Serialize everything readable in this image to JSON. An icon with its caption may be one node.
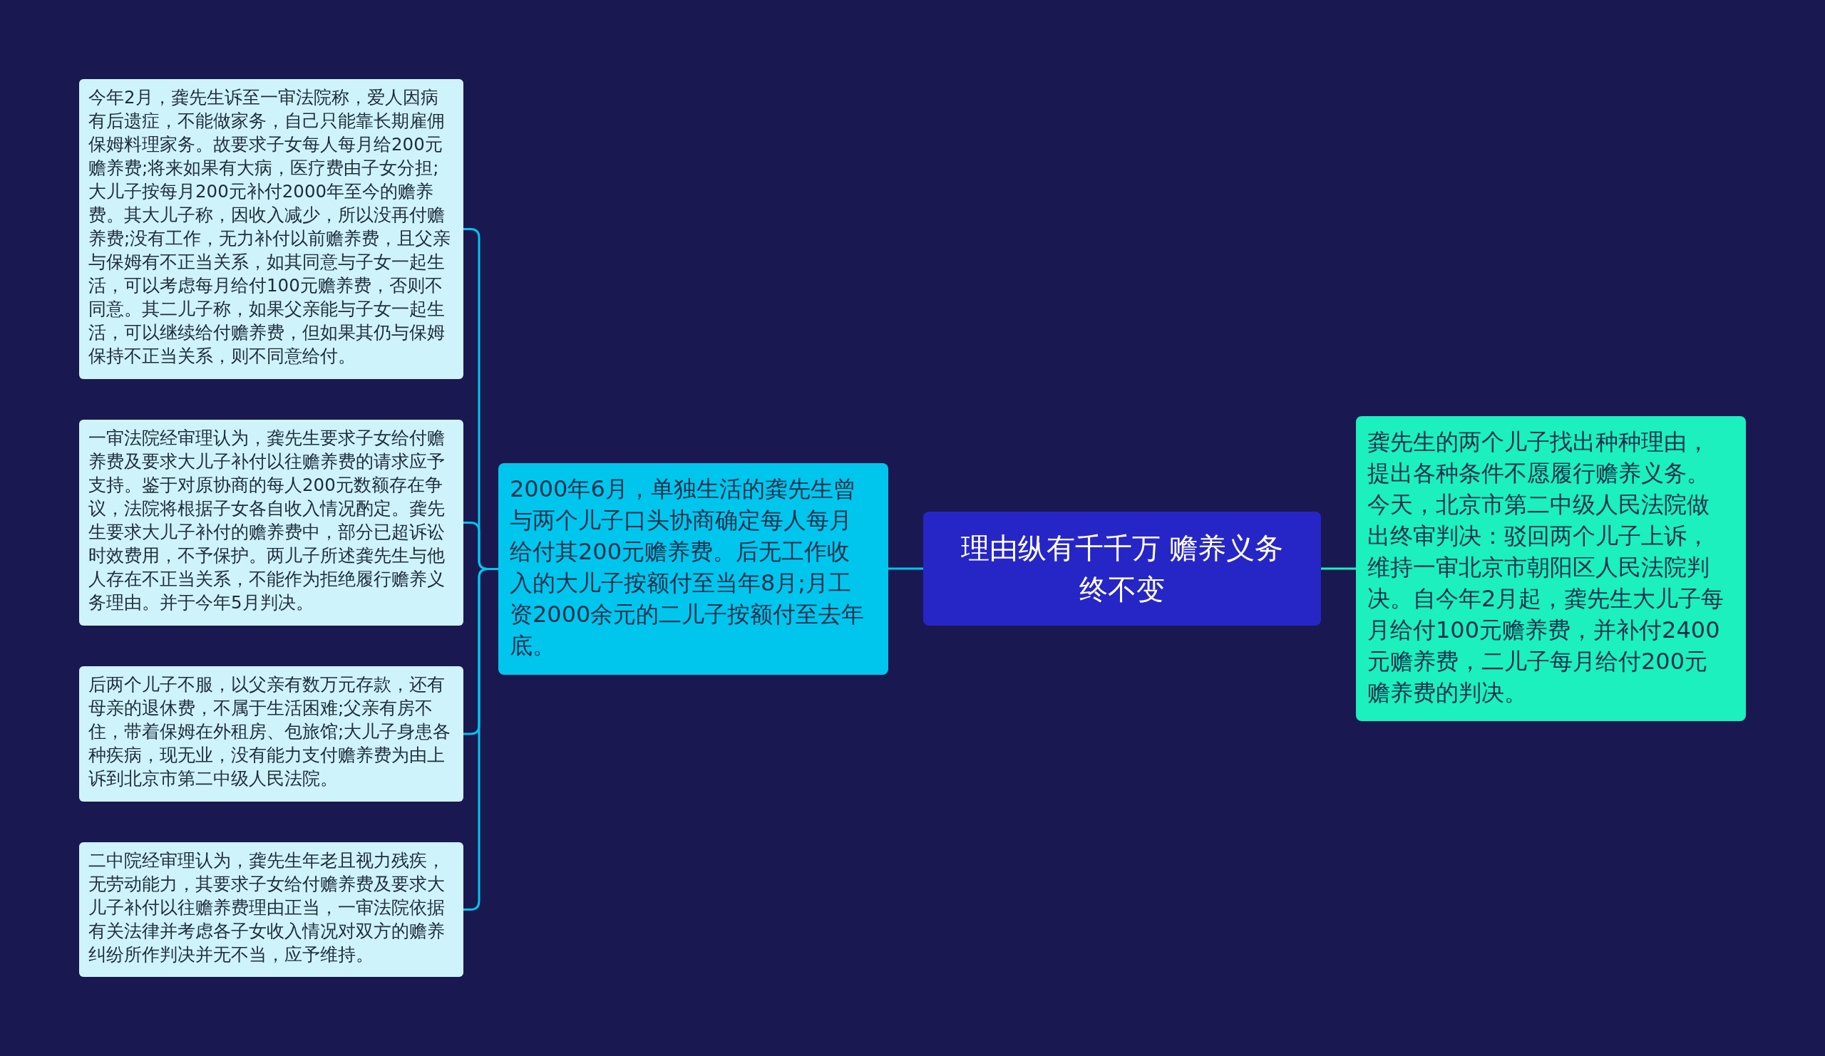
{
  "diagram": {
    "nodes": [
      {
        "text": [
          "理由纵有千千万 赡养义务终不变"
        ]
      },
      {
        "text": [
          "2000年6月，单独生活的龚先生曾与两个儿子口头协商确定每人每月给付其200元赡养费。后无工作收入的大儿子按额付至当年8月;月工资2000余元的二儿子按额付至去年底。"
        ]
      },
      {
        "text": [
          "今年2月，龚先生诉至一审法院称，爱人因病有后遗症，不能做家务，自己只能靠长期雇佣保姆料理家务。故要求子女每人每月给200元赡养费;将来如果有大病，医疗费由子女分担;大儿子按每月200元补付2000年至今的赡养费。其大儿子称，因收入减少，所以没再付赡养费;没有工作，无力补付以前赡养费，且父亲与保姆有不正当关系，如其同意与子女一起生活，可以考虑每月给付100元赡养费，否则不同意。其二儿子称，如果父亲能与子女一起生活，可以继续给付赡养费，但如果其仍与保姆保持不正当关系，则不同意给付。"
        ]
      },
      {
        "text": [
          "一审法院经审理认为，龚先生要求子女给付赡养费及要求大儿子补付以往赡养费的请求应予支持。鉴于对原协商的每人200元数额存在争议，法院将根据子女各自收入情况酌定。龚先生要求大儿子补付的赡养费中，部分已超诉讼时效费用，不予保护。两儿子所述龚先生与他人存在不正当关系，不能作为拒绝履行赡养义务理由。并于今年5月判决。"
        ]
      },
      {
        "text": [
          "后两个儿子不服，以父亲有数万元存款，还有母亲的退休费，不属于生活困难;父亲有房不住，带着保姆在外租房、包旅馆;大儿子身患各种疾病，现无业，没有能力支付赡养费为由上诉到北京市第二中级人民法院。"
        ]
      },
      {
        "text": [
          "二中院经审理认为，龚先生年老且视力残疾，无劳动能力，其要求子女给付赡养费及要求大儿子补付以往赡养费理由正当，一审法院依据有关法律并考虑各子女收入情况对双方的赡养纠纷所作判决并无不当，应予维持。"
        ]
      },
      {
        "text": [
          "龚先生的两个儿子找出种种理由，提出各种条件不愿履行赡养义务。今天，北京市第二中级人民法院做出终审判决：驳回两个儿子上诉，维持一审北京市朝阳区人民法院判决。自今年2月起，龚先生大儿子每月给付100元赡养费，并补付2400元赡养费，二儿子每月给付200元赡养费的判决。"
        ]
      }
    ],
    "edges": [
      {
        "from": 0,
        "to": 1,
        "arrow": "none"
      },
      {
        "from": 1,
        "to": 2,
        "arrow": "none"
      },
      {
        "from": 1,
        "to": 3,
        "arrow": "none"
      },
      {
        "from": 1,
        "to": 4,
        "arrow": "none"
      },
      {
        "from": 1,
        "to": 5,
        "arrow": "none"
      },
      {
        "from": 0,
        "to": 6,
        "arrow": "none",
        "color": "#1bf0be"
      }
    ]
  }
}
